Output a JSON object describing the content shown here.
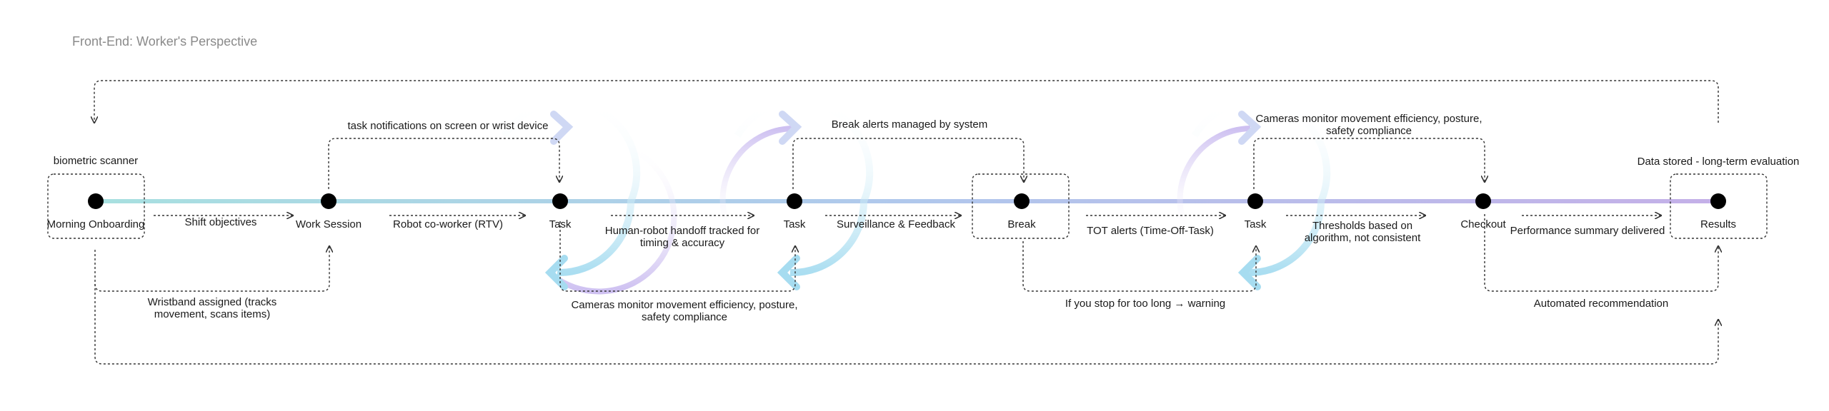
{
  "title": "Front-End: Worker's Perspective",
  "nodes": [
    {
      "label": "Morning Onboarding"
    },
    {
      "label": "Work Session"
    },
    {
      "label": "Task"
    },
    {
      "label": "Task"
    },
    {
      "label": "Break"
    },
    {
      "label": "Task"
    },
    {
      "label": "Checkout"
    },
    {
      "label": "Results"
    }
  ],
  "edges": [
    {
      "label": "Shift objectives"
    },
    {
      "label": "Robot co-worker (RTV)"
    },
    {
      "label_1": "Human-robot handoff tracked for",
      "label_2": "timing & accuracy"
    },
    {
      "label": "Surveillance & Feedback"
    },
    {
      "label": "TOT alerts (Time-Off-Task)"
    },
    {
      "label_1": "Thresholds based on",
      "label_2": "algorithm, not consistent"
    },
    {
      "label": "Performance summary delivered"
    }
  ],
  "annotations": {
    "biometric_scanner": "biometric scanner",
    "data_stored": "Data stored - long-term evaluation",
    "task_notifications": "task notifications on screen or wrist device",
    "break_alerts": "Break alerts managed by system",
    "cameras_top_1": "Cameras monitor movement efficiency, posture,",
    "cameras_top_2": "safety compliance",
    "wristband_1": "Wristband assigned (tracks",
    "wristband_2": "movement, scans items)",
    "cameras_bottom_1": "Cameras monitor movement efficiency, posture,",
    "cameras_bottom_2": "safety compliance",
    "stop_warning": "If you stop for too long → warning",
    "automated_recommendation": "Automated recommendation"
  },
  "colors": {
    "line_start": "#a8e0e0",
    "line_end": "#c4b0e8",
    "loop_teal": "#a6dcf0",
    "loop_purple": "#cbbdf0",
    "node": "#000000"
  }
}
